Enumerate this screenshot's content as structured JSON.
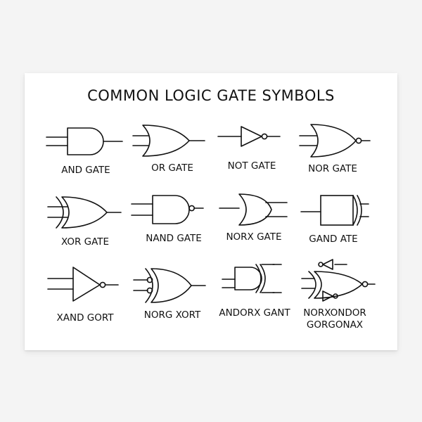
{
  "poster": {
    "title": "COMMON LOGIC GATE SYMBOLS",
    "gates": [
      {
        "label": "AND GATE",
        "icon": "and-gate-icon"
      },
      {
        "label": "OR GATE",
        "icon": "or-gate-icon"
      },
      {
        "label": "NOT GATE",
        "icon": "not-gate-icon"
      },
      {
        "label": "NOR GATE",
        "icon": "nor-gate-icon"
      },
      {
        "label": "XOR GATE",
        "icon": "xor-gate-icon"
      },
      {
        "label": "NAND GATE",
        "icon": "nand-gate-icon"
      },
      {
        "label": "NORX GATE",
        "icon": "norx-gate-icon"
      },
      {
        "label": "GAND ATE",
        "icon": "gand-ate-icon"
      },
      {
        "label": "XAND GORT",
        "icon": "xand-gort-icon"
      },
      {
        "label": "NORG XORT",
        "icon": "norg-xort-icon"
      },
      {
        "label": "ANDORX GANT",
        "icon": "andorx-gant-icon"
      },
      {
        "label": "NORXONDOR GORGONAX",
        "icon": "norxondor-gorgonax-icon"
      }
    ]
  }
}
